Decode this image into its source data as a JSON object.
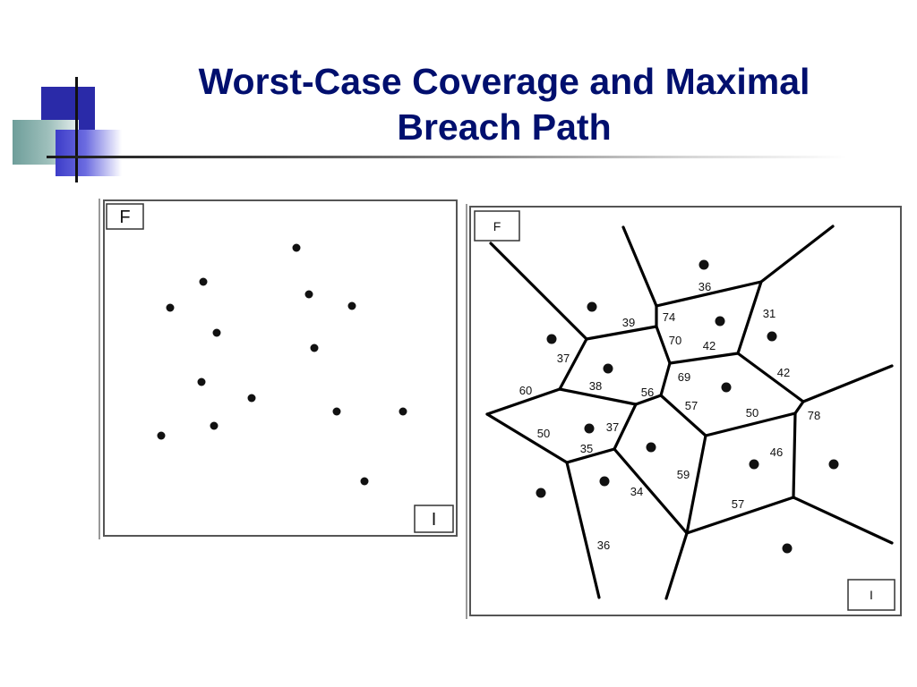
{
  "slide": {
    "title_line1": "Worst-Case Coverage and Maximal",
    "title_line2": "Breach Path",
    "title_color": "#000f6e"
  },
  "left_diagram": {
    "start_label": "F",
    "end_label": "I"
  },
  "right_diagram": {
    "start_label": "F",
    "end_label": "I",
    "edge_weights": [
      "36",
      "31",
      "74",
      "39",
      "70",
      "42",
      "37",
      "69",
      "42",
      "38",
      "56",
      "60",
      "57",
      "50",
      "78",
      "37",
      "50",
      "35",
      "46",
      "59",
      "34",
      "57",
      "36"
    ]
  }
}
